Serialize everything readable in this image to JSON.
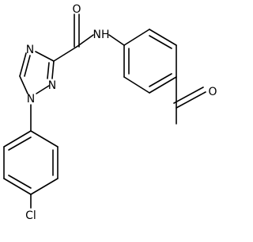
{
  "molecule": {
    "atoms": {
      "o_amide": "O",
      "nh": "NH",
      "n_ring_top": "N",
      "n_ring_low": "N",
      "n_ring_1": "N",
      "o_acetyl": "O",
      "cl": "Cl"
    }
  }
}
